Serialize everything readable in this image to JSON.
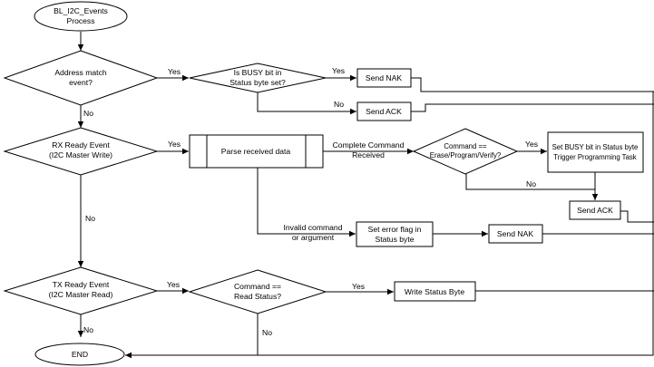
{
  "nodes": {
    "start": [
      "BL_I2C_Events",
      "Process"
    ],
    "address_match": [
      "Address match",
      "event?"
    ],
    "busy_check": [
      "Is BUSY bit in",
      "Status byte set?"
    ],
    "send_nak_1": [
      "Send NAK"
    ],
    "send_ack_1": [
      "Send ACK"
    ],
    "rx_ready": [
      "RX Ready Event",
      "(I2C Master Write)"
    ],
    "parse_data": [
      "Parse received data"
    ],
    "command_check": [
      "Command ==",
      "Erase/Program/Verify?"
    ],
    "set_busy": [
      "Set BUSY bit in Status byte",
      "Trigger Programming Task"
    ],
    "send_ack_2": [
      "Send ACK"
    ],
    "set_error": [
      "Set error flag in",
      "Status byte"
    ],
    "send_nak_2": [
      "Send NAK"
    ],
    "tx_ready": [
      "TX Ready Event",
      "(I2C Master Read)"
    ],
    "read_status_check": [
      "Command ==",
      "Read Status?"
    ],
    "write_status": [
      "Write Status Byte"
    ],
    "end": [
      "END"
    ]
  },
  "edges": {
    "addr_yes": [
      "Yes"
    ],
    "addr_no": [
      "No"
    ],
    "busy_yes": [
      "Yes"
    ],
    "busy_no": [
      "No"
    ],
    "rx_yes": [
      "Yes"
    ],
    "rx_no": [
      "No"
    ],
    "complete_cmd": [
      "Complete Command",
      "Received"
    ],
    "invalid_cmd": [
      "Invalid command",
      "or argument"
    ],
    "cmd_yes": [
      "Yes"
    ],
    "cmd_no": [
      "No"
    ],
    "tx_yes": [
      "Yes"
    ],
    "tx_no": [
      "No"
    ],
    "read_yes": [
      "Yes"
    ],
    "read_no": [
      "No"
    ]
  }
}
